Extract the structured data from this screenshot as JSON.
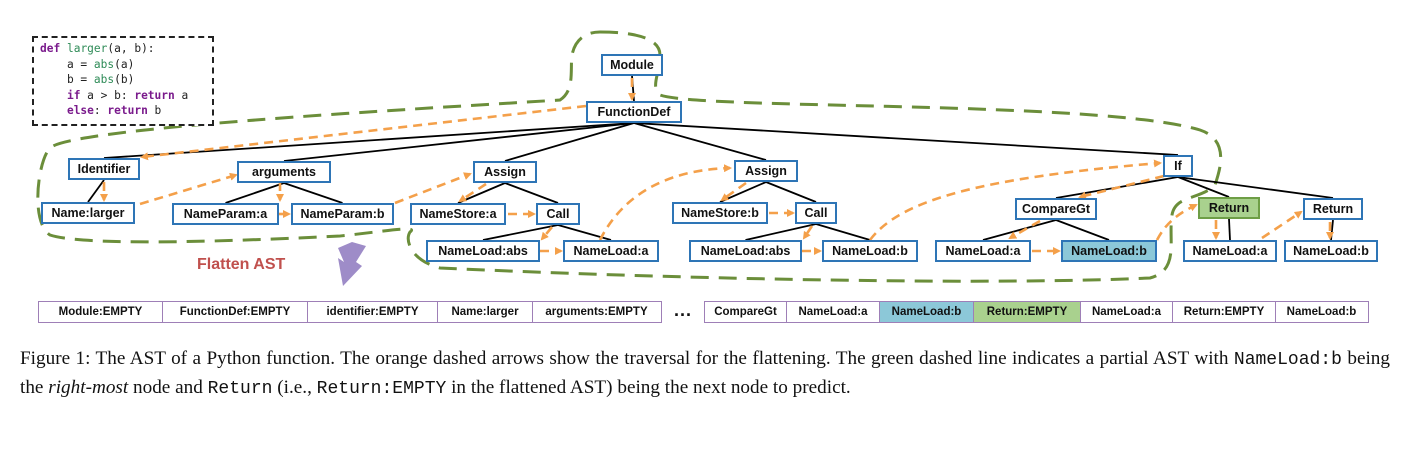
{
  "code": {
    "lines": [
      [
        {
          "t": "def",
          "c": "kw"
        },
        {
          "t": " "
        },
        {
          "t": "larger",
          "c": "fn"
        },
        {
          "t": "(a, b):"
        }
      ],
      [
        {
          "t": "    a = "
        },
        {
          "t": "abs",
          "c": "bi"
        },
        {
          "t": "(a)"
        }
      ],
      [
        {
          "t": "    b = "
        },
        {
          "t": "abs",
          "c": "bi"
        },
        {
          "t": "(b)"
        }
      ],
      [
        {
          "t": "    "
        },
        {
          "t": "if",
          "c": "kw"
        },
        {
          "t": " a > b: "
        },
        {
          "t": "return",
          "c": "kw"
        },
        {
          "t": " a"
        }
      ],
      [
        {
          "t": "    "
        },
        {
          "t": "else",
          "c": "kw"
        },
        {
          "t": ": "
        },
        {
          "t": "return",
          "c": "kw"
        },
        {
          "t": " b"
        }
      ]
    ]
  },
  "nodes": {
    "module": "Module",
    "functiondef": "FunctionDef",
    "identifier": "Identifier",
    "name_larger": "Name:larger",
    "arguments": "arguments",
    "nameparam_a": "NameParam:a",
    "nameparam_b": "NameParam:b",
    "assign1": "Assign",
    "namestore_a": "NameStore:a",
    "call1": "Call",
    "nameload_abs1": "NameLoad:abs",
    "nameload_a1": "NameLoad:a",
    "assign2": "Assign",
    "namestore_b": "NameStore:b",
    "call2": "Call",
    "nameload_abs2": "NameLoad:abs",
    "nameload_b1": "NameLoad:b",
    "if": "If",
    "comparegt": "CompareGt",
    "nameload_a2": "NameLoad:a",
    "nameload_b2": "NameLoad:b",
    "return1": "Return",
    "nameload_a3": "NameLoad:a",
    "return2": "Return",
    "nameload_b3": "NameLoad:b"
  },
  "flatten_label": "Flatten AST",
  "sequence_left": [
    "Module:EMPTY",
    "FunctionDef:EMPTY",
    "identifier:EMPTY",
    "Name:larger",
    "arguments:EMPTY"
  ],
  "ellipsis": "...",
  "sequence_right": [
    "CompareGt",
    "NameLoad:a",
    "NameLoad:b",
    "Return:EMPTY",
    "NameLoad:a",
    "Return:EMPTY",
    "NameLoad:b"
  ],
  "caption": {
    "p1": "Figure 1: The AST of a Python function. The orange dashed arrows show the traversal for the flattening. The green dashed line indicates a partial AST with ",
    "m1": "NameLoad:b",
    "p2": " being the ",
    "it": "right-most",
    "p3": " node and ",
    "m2": "Return",
    "p4": " (i.e., ",
    "m3": "Return:EMPTY",
    "p5": " in the flattened AST) being the next node to predict."
  },
  "colors": {
    "node_border": "#2e75b6",
    "edge": "#000000",
    "traversal_arrow": "#f4a04a",
    "partial_ast_outline": "#6b8e3a",
    "highlight_blue": "#8cc8d8",
    "highlight_green": "#a9d18e",
    "flatten_label": "#c0504d",
    "flatten_arrow": "#9e8cc8",
    "sequence_border": "#9e7fb7"
  }
}
